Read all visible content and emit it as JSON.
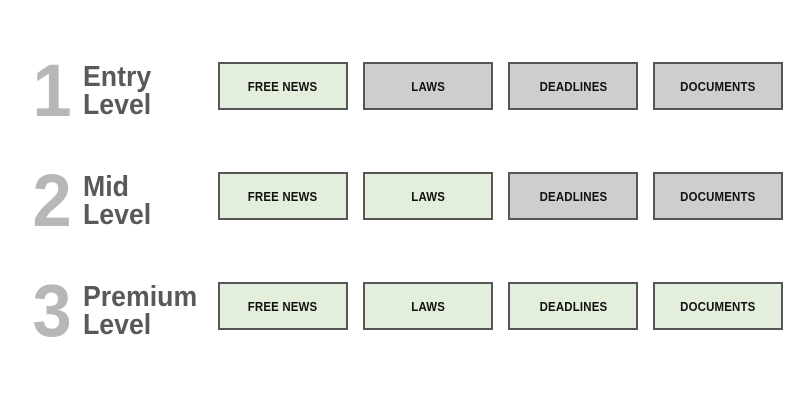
{
  "colors": {
    "background": "#ffffff",
    "included_fill": "#e3efdc",
    "excluded_fill": "#cfcdcd",
    "box_border": "#565656",
    "number_color": "#b7b7b7",
    "label_color": "#595959",
    "box_text": "#111111"
  },
  "legend_semantics": {
    "included": "green box = feature included",
    "excluded": "gray box = feature not included"
  },
  "levels": [
    {
      "number": "1",
      "name_line1": "Entry",
      "name_line2": "Level",
      "features": [
        {
          "label": "FREE NEWS",
          "included": true
        },
        {
          "label": "LAWS",
          "included": false
        },
        {
          "label": "DEADLINES",
          "included": false
        },
        {
          "label": "DOCUMENTS",
          "included": false
        }
      ]
    },
    {
      "number": "2",
      "name_line1": "Mid",
      "name_line2": "Level",
      "features": [
        {
          "label": "FREE NEWS",
          "included": true
        },
        {
          "label": "LAWS",
          "included": true
        },
        {
          "label": "DEADLINES",
          "included": false
        },
        {
          "label": "DOCUMENTS",
          "included": false
        }
      ]
    },
    {
      "number": "3",
      "name_line1": "Premium",
      "name_line2": "Level",
      "features": [
        {
          "label": "FREE NEWS",
          "included": true
        },
        {
          "label": "LAWS",
          "included": true
        },
        {
          "label": "DEADLINES",
          "included": true
        },
        {
          "label": "DOCUMENTS",
          "included": true
        }
      ]
    }
  ]
}
